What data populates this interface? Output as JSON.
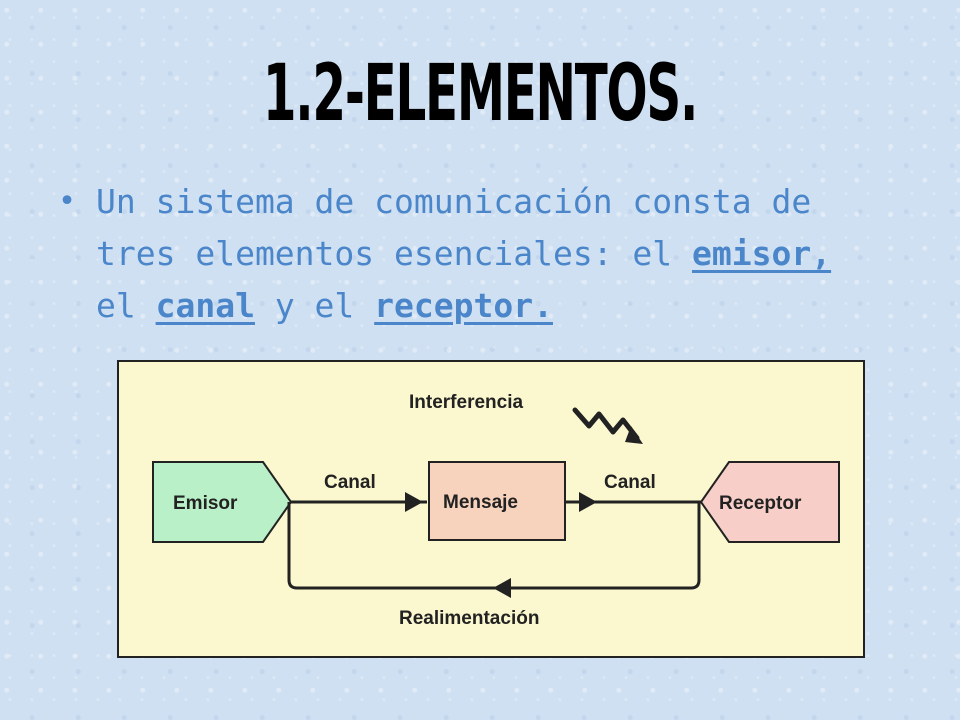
{
  "slide": {
    "title": "1.2-ELEMENTOS.",
    "bullet": {
      "marker": "•",
      "text_1": "Un sistema de comunicación consta de tres elementos esenciales: el ",
      "link_emisor": "emisor,",
      "text_2": " el ",
      "link_canal": "canal",
      "text_3": " y el ",
      "link_receptor": "receptor."
    }
  },
  "diagram": {
    "interference_label": "Interferencia",
    "emisor_label": "Emisor",
    "mensaje_label": "Mensaje",
    "receptor_label": "Receptor",
    "canal_left_label": "Canal",
    "canal_right_label": "Canal",
    "feedback_label": "Realimentación",
    "colors": {
      "emisor": "#b9f0c7",
      "mensaje": "#f7d3be",
      "receptor": "#f7cfc8",
      "background": "#fbf8cf",
      "text_blue": "#4a86c9"
    }
  }
}
